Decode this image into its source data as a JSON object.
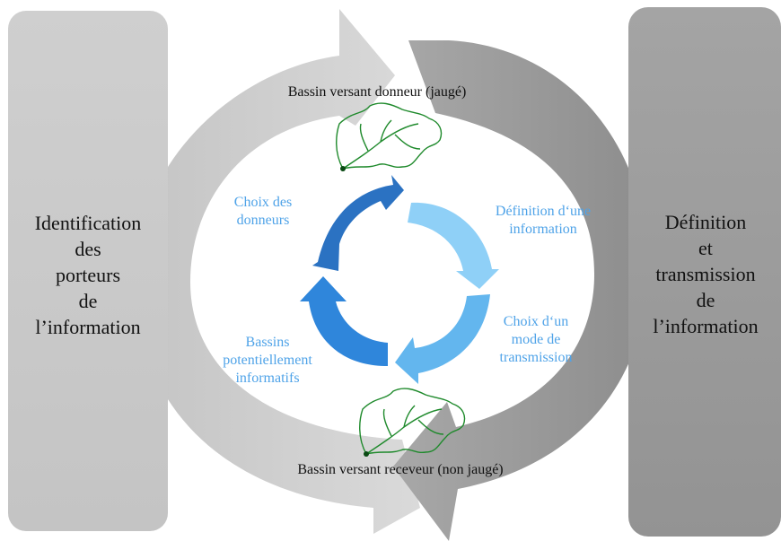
{
  "left_box": {
    "lines": [
      "Identification",
      "des",
      "porteurs",
      "de",
      "l’information"
    ],
    "color": "#c7c7c7"
  },
  "right_box": {
    "lines": [
      "Définition",
      "et",
      "transmission",
      "de",
      "l’information"
    ],
    "color": "#9a9a9a"
  },
  "top_caption": "Bassin versant donneur (jaugé)",
  "bottom_caption": "Bassin versant receveur (non jaugé)",
  "cycle": {
    "stages": [
      {
        "lines": [
          "Choix des",
          "donneurs"
        ]
      },
      {
        "lines": [
          "Définition d‘une",
          "information"
        ]
      },
      {
        "lines": [
          "Choix d‘un",
          "mode de",
          "transmission"
        ]
      },
      {
        "lines": [
          "Bassins",
          "potentiellement",
          "informatifs"
        ]
      }
    ],
    "text_color": "#4fa3e8",
    "arrow_colors": [
      "#2b72c2",
      "#8fd0f7",
      "#63b6ee",
      "#2f86db"
    ]
  },
  "big_arrow_colors": {
    "light": "#cccccc",
    "dark": "#999999"
  }
}
